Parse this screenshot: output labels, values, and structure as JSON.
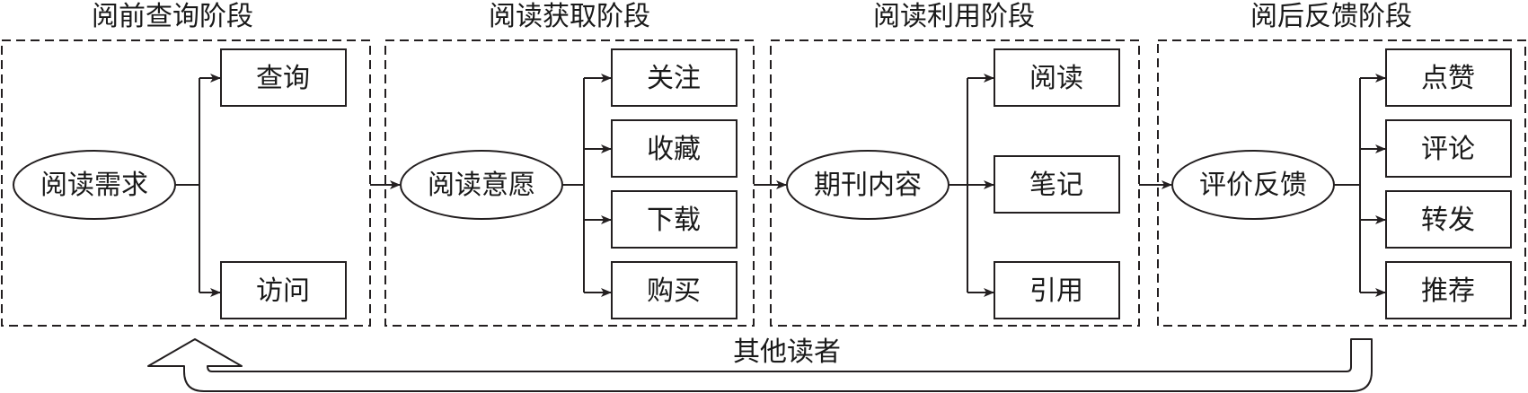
{
  "stages": [
    {
      "title": "阅前查询阶段",
      "source": "阅读需求",
      "actions": [
        "查询",
        "访问"
      ]
    },
    {
      "title": "阅读获取阶段",
      "source": "阅读意愿",
      "actions": [
        "关注",
        "收藏",
        "下载",
        "购买"
      ]
    },
    {
      "title": "阅读利用阶段",
      "source": "期刊内容",
      "actions": [
        "阅读",
        "笔记",
        "引用"
      ]
    },
    {
      "title": "阅后反馈阶段",
      "source": "评价反馈",
      "actions": [
        "点赞",
        "评论",
        "转发",
        "推荐"
      ]
    }
  ],
  "feedback_loop": {
    "label": "其他读者"
  },
  "colors": {
    "line": "#231f20",
    "text": "#1a1a1a",
    "background": "#ffffff"
  }
}
